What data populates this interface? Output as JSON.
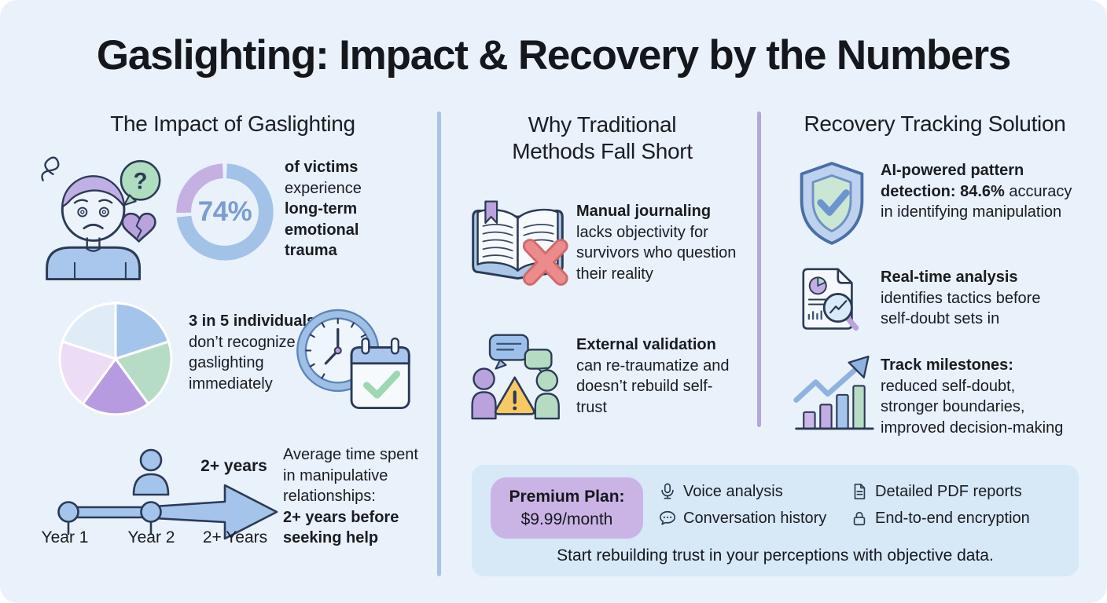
{
  "title": "Gaslighting: Impact & Recovery by the Numbers",
  "impact": {
    "heading": "The Impact of Gaslighting",
    "stat1": {
      "percent": "74%",
      "line1": "of victims",
      "line2": "experience",
      "line3": "long-term",
      "line4": "emotional",
      "line5": "trauma"
    },
    "stat2": {
      "bold": "3 in 5 individuals",
      "line2": "don’t recognize",
      "line3": "gaslighting",
      "line4": "immediately"
    },
    "stat3": {
      "arrow_label": "2+ years",
      "tick1": "Year 1",
      "tick2": "Year 2",
      "tick3": "2+ Years",
      "desc_line1": "Average time spent",
      "desc_line2": "in manipulative",
      "desc_line3": "relationships:",
      "desc_bold1": "2+ years before",
      "desc_bold2": "seeking help"
    }
  },
  "methods": {
    "heading_line1": "Why Traditional",
    "heading_line2": "Methods Fall Short",
    "item1": {
      "bold": "Manual journaling",
      "rest": "lacks objectivity for survivors who question their reality"
    },
    "item2": {
      "bold": "External validation",
      "rest": "can re-traumatize and doesn’t rebuild self-trust"
    }
  },
  "solution": {
    "heading": "Recovery Tracking Solution",
    "item1": {
      "bold": "AI-powered pattern detection: 84.6%",
      "rest": "accuracy in identifying manipulation"
    },
    "item2": {
      "bold": "Real-time analysis",
      "rest": "identifies tactics before self-doubt sets in"
    },
    "item3": {
      "bold": "Track milestones:",
      "rest": "reduced self-doubt, stronger boundaries, improved decision-making"
    }
  },
  "cta": {
    "premium_label": "Premium Plan:",
    "premium_price": "$9.99/month",
    "features": [
      {
        "icon": "microphone-icon",
        "label": "Voice analysis"
      },
      {
        "icon": "chat-icon",
        "label": "Conversation history"
      },
      {
        "icon": "document-icon",
        "label": "Detailed PDF reports"
      },
      {
        "icon": "lock-icon",
        "label": "End-to-end encryption"
      }
    ],
    "tagline": "Start rebuilding trust in your perceptions with objective data."
  },
  "chart_data": [
    {
      "type": "pie",
      "variant": "donut",
      "title": "Victims experiencing long-term emotional trauma",
      "slices": [
        {
          "label": "experience long-term emotional trauma",
          "value": 74
        },
        {
          "label": "remainder",
          "value": 26
        }
      ],
      "center_label": "74%",
      "colors": [
        "#a2c2e8",
        "#c5b0e2"
      ]
    },
    {
      "type": "pie",
      "title": "3 in 5 individuals don't recognize gaslighting immediately",
      "slices": [
        {
          "label": "segment 1 of 5",
          "value": 20
        },
        {
          "label": "segment 2 of 5",
          "value": 20
        },
        {
          "label": "segment 3 of 5",
          "value": 20
        },
        {
          "label": "segment 4 of 5",
          "value": 20
        },
        {
          "label": "segment 5 of 5",
          "value": 20
        }
      ],
      "colors": [
        "#a5c4ec",
        "#b7dcc6",
        "#b69be0",
        "#ecdcf5",
        "#dfecf8"
      ]
    },
    {
      "type": "line",
      "title": "Average time spent in manipulative relationships",
      "x": [
        "Year 1",
        "Year 2",
        "2+ Years"
      ],
      "annotation": "2+ years before seeking help"
    }
  ],
  "colors": {
    "background": "#e9f1fa",
    "divider_blue": "#a7c3e6",
    "divider_purple": "#b3a6dc",
    "cta_panel": "#d7e8f7",
    "premium_box": "#cab4e6",
    "donut_blue": "#a2c2e8",
    "donut_purple": "#c5b0e2",
    "donut_label": "#7c9cd1",
    "error_red": "#e58383",
    "warning_yellow": "#f6c964"
  },
  "icons": {
    "confused-person-icon": "person with spiral eyes, question bubble, broken heart",
    "book-rejected-icon": "open journal with red X",
    "people-warning-icon": "two people, speech bubbles, warning triangle",
    "shield-check-icon": "shield with checkmark",
    "report-analysis-icon": "document with magnifier",
    "growth-chart-icon": "bar chart with rising arrow",
    "clock-calendar-icon": "clock with checked calendar"
  }
}
